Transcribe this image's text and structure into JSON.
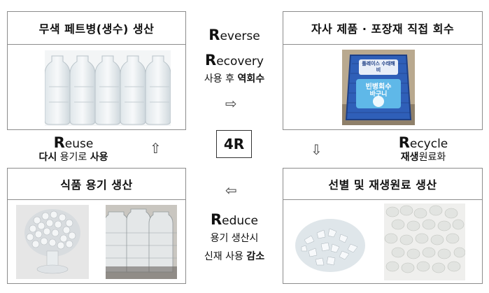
{
  "boxes": {
    "top_left": {
      "title": "무색 페트병(생수) 생산"
    },
    "top_right": {
      "title": "자사 제품 · 포장재 직접 회수",
      "bag_text_1": "빈병회수",
      "bag_text_2": "바구니",
      "bag_top_text": "플레이스 수태해비"
    },
    "bottom_left": {
      "title": "식품 용기 생산"
    },
    "bottom_right": {
      "title": "선별 및 재생원료 생산"
    }
  },
  "labels": {
    "reverse": {
      "initial": "R",
      "rest": "everse"
    },
    "recovery": {
      "initial": "R",
      "rest": "ecovery",
      "desc_normal": "사용 후 ",
      "desc_bold": "역회수"
    },
    "recycle": {
      "initial": "R",
      "rest": "ecycle",
      "desc_bold": "재생",
      "desc_normal": "원료화"
    },
    "reduce": {
      "initial": "R",
      "rest": "educe",
      "line1": "용기 생산시",
      "line2_normal": "신재 사용 ",
      "line2_bold": "감소"
    },
    "reuse": {
      "initial": "R",
      "rest": "euse",
      "desc_bold1": "다시",
      "desc_normal": " 용기로 ",
      "desc_bold2": "사용"
    }
  },
  "center": "4R",
  "arrows": {
    "right": "⇨",
    "down": "⇩",
    "left": "⇦",
    "up": "⇧"
  }
}
